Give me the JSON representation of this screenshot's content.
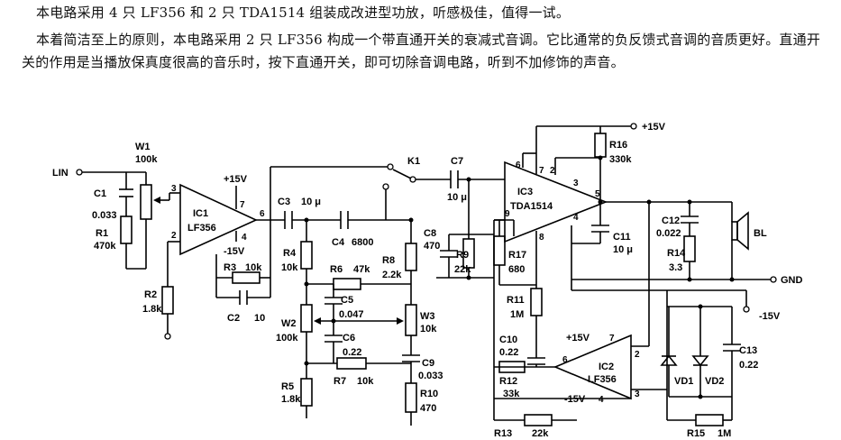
{
  "text": {
    "line1": "本电路采用 4 只 LF356 和 2 只 TDA1514 组装成改进型功放，听感极佳，值得一试。",
    "para2": "本着简洁至上的原则，本电路采用 2 只 LF356 构成一个带直通开关的衰减式音调。它比通常的负反馈式音调的音质更好。直通开关的作用是当播放保真度很高的音乐时，按下直通开关，即可切除音调电路，听到不加修饰的声音。"
  },
  "labels": {
    "lin": "LIN",
    "w1": "W1",
    "w1v": "100k",
    "c1": "C1",
    "c1v": "0.033",
    "r1": "R1",
    "r1v": "470k",
    "r2": "R2",
    "r2v": "1.8k",
    "ic1": "IC1",
    "ic1t": "LF356",
    "p15a": "+15V",
    "m15a": "-15V",
    "pin2a": "2",
    "pin3a": "3",
    "pin6a": "6",
    "pin7a": "7",
    "pin4a": "4",
    "r3": "R3",
    "r3v": "10k",
    "c2": "C2",
    "c2v": "10",
    "c3": "C3",
    "c3v": "10 μ",
    "c4": "C4",
    "c4v": "6800",
    "r4": "R4",
    "r4v": "10k",
    "r6": "R6",
    "r6v": "47k",
    "c5": "C5",
    "c5v": "0.047",
    "w2": "W2",
    "w2v": "100k",
    "c6": "C6",
    "c6v": "0.22",
    "r5": "R5",
    "r5v": "1.8k",
    "r7": "R7",
    "r7v": "10k",
    "k1": "K1",
    "c7": "C7",
    "c7v": "10 μ",
    "r8": "R8",
    "r8v": "2.2k",
    "w3": "W3",
    "w3v": "10k",
    "c9": "C9",
    "c9v": "0.033",
    "r10": "R10",
    "r10v": "470",
    "c8": "C8",
    "c8v": "470",
    "r9": "R9",
    "r9v": "22k",
    "ic3": "IC3",
    "ic3t": "TDA1514",
    "p15b": "+15V",
    "pin6b": "6",
    "pin7b": "7",
    "pin2b": "2",
    "pin3b": "3",
    "pin5b": "5",
    "pin4b": "4",
    "pin9b": "9",
    "pin8b": "8",
    "r16": "R16",
    "r16v": "330k",
    "r17": "R17",
    "r17v": "680",
    "c11": "C11",
    "c11v": "10 μ",
    "c12": "C12",
    "c12v": "0.022",
    "r14": "R14",
    "r14v": "3.3",
    "bl": "BL",
    "gnd": "GND",
    "m15b": "-15V",
    "r11": "R11",
    "r11v": "1M",
    "c10": "C10",
    "c10v": "0.22",
    "r12": "R12",
    "r12v": "33k",
    "ic2": "IC2",
    "ic2t": "LF356",
    "p15c": "+15V",
    "m15c": "-15V",
    "pin7c": "7",
    "pin6c": "6",
    "pin2c": "2",
    "pin3c": "3",
    "pin4c": "4",
    "vd1": "VD1",
    "vd2": "VD2",
    "c13": "C13",
    "c13v": "0.22",
    "r13": "R13",
    "r13v": "22k",
    "r15": "R15",
    "r15v": "1M"
  }
}
